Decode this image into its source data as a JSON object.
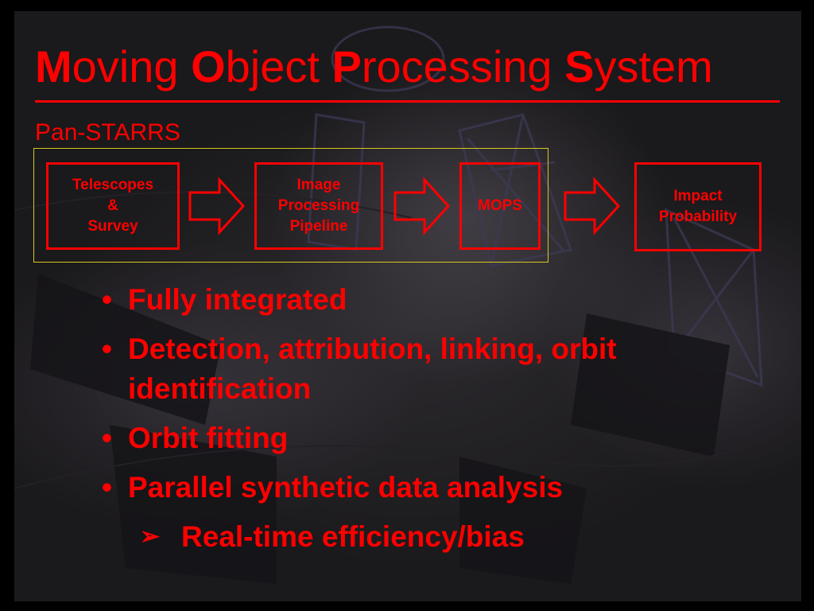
{
  "slide": {
    "title": [
      {
        "initial": "M",
        "rest": "oving"
      },
      {
        "initial": "O",
        "rest": "bject"
      },
      {
        "initial": "P",
        "rest": "rocessing"
      },
      {
        "initial": "S",
        "rest": "ystem"
      }
    ],
    "subtitle": "Pan-STARRS",
    "flow": [
      {
        "label": "Telescopes\n&\nSurvey"
      },
      {
        "label": "Image\nProcessing\nPipeline"
      },
      {
        "label": "MOPS"
      },
      {
        "label": "Impact\nProbability"
      }
    ],
    "bullets": [
      "Fully integrated",
      "Detection, attribution, linking, orbit identification",
      "Orbit fitting",
      "Parallel synthetic data analysis"
    ],
    "sub_bullets": [
      "Real-time efficiency/bias"
    ],
    "bullet_marker": "•",
    "sub_bullet_marker": "➢"
  },
  "colors": {
    "text": "#ff0000",
    "flow_border": "#d8c820",
    "background": "#000000"
  },
  "icons": [
    "block-arrow-right-icon"
  ]
}
